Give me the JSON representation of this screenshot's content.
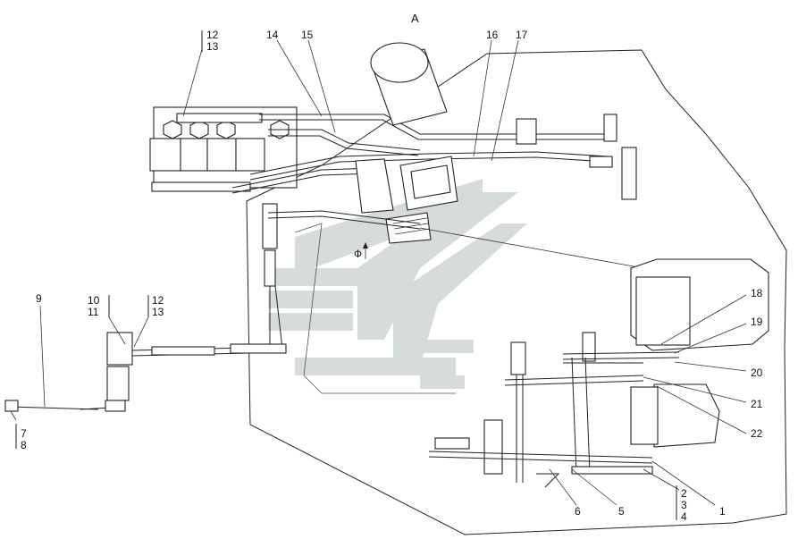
{
  "diagram": {
    "view_label": "А",
    "watermark_letter": "Ф",
    "part_numbers": {
      "p1": "1",
      "p2": "2",
      "p3": "3",
      "p4": "4",
      "p5": "5",
      "p6": "6",
      "p7": "7",
      "p8": "8",
      "p9": "9",
      "p10": "10",
      "p11": "11",
      "p12a": "12",
      "p13a": "13",
      "p12b": "12",
      "p13b": "13",
      "p14": "14",
      "p15": "15",
      "p16": "16",
      "p17": "17",
      "p18": "18",
      "p19": "19",
      "p20": "20",
      "p21": "21",
      "p22": "22"
    },
    "watermark_color": "#c9d1ce"
  }
}
